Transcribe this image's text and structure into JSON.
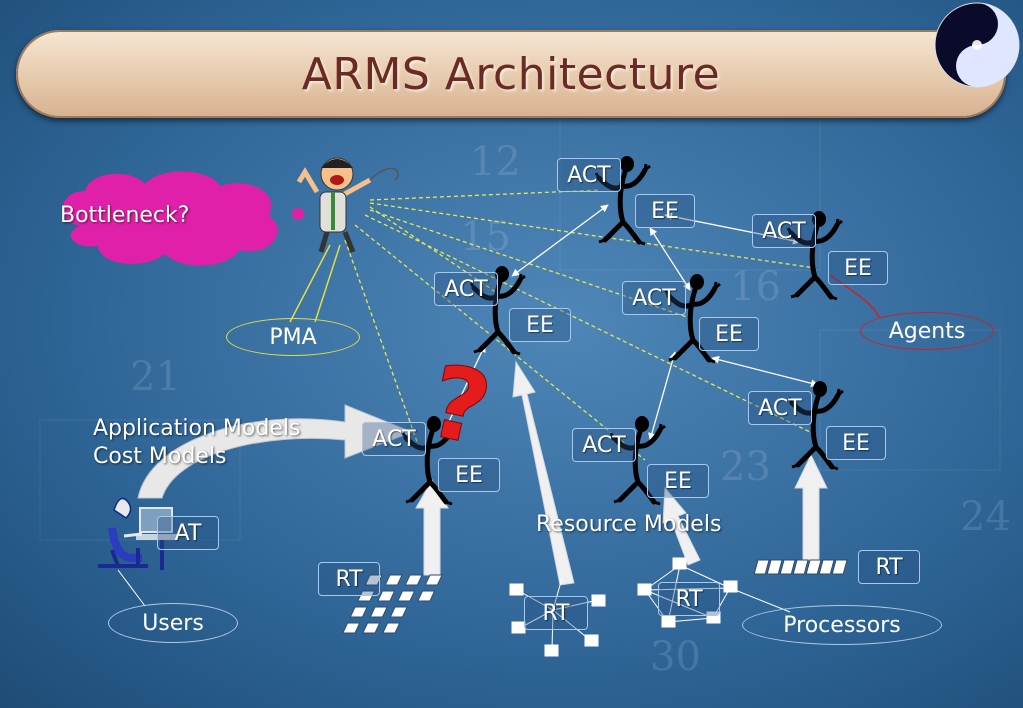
{
  "title": "ARMS Architecture",
  "bottleneck": "Bottleneck?",
  "pma": "PMA",
  "agents": "Agents",
  "users": "Users",
  "processors": "Processors",
  "resource_models": "Resource Models",
  "application_models": "Application Models",
  "cost_models": "Cost Models",
  "question_mark": "?",
  "act": "ACT",
  "ee": "EE",
  "rt": "RT",
  "at": "AT",
  "colors": {
    "title_text": "#6b2a22",
    "bottleneck_cloud": "#e020a8",
    "question_mark": "#e51c1c",
    "pma_oval": "#e0e040",
    "agents_oval": "#d02020",
    "dashed_lines": "#e8e84a"
  }
}
